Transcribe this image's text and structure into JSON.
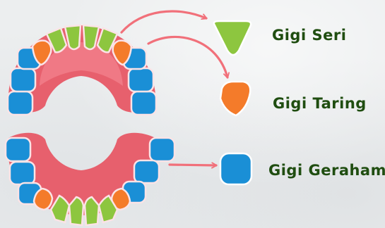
{
  "labels": {
    "seri": "Gigi Seri",
    "taring": "Gigi Taring",
    "geraham": "Gigi Geraham"
  },
  "colors": {
    "label_text": "#1f4d10",
    "gum": "#e7606d",
    "palate": "#f07985",
    "incisor": "#8dc63f",
    "canine": "#f47b2a",
    "molar": "#1a8fd6",
    "tooth_outline": "#fbe3e6",
    "arrow": "#f1707a"
  },
  "legend": [
    {
      "tooth": "incisor",
      "icon": "incisor-tooth-icon"
    },
    {
      "tooth": "canine",
      "icon": "canine-tooth-icon"
    },
    {
      "tooth": "molar",
      "icon": "molar-tooth-icon"
    }
  ]
}
